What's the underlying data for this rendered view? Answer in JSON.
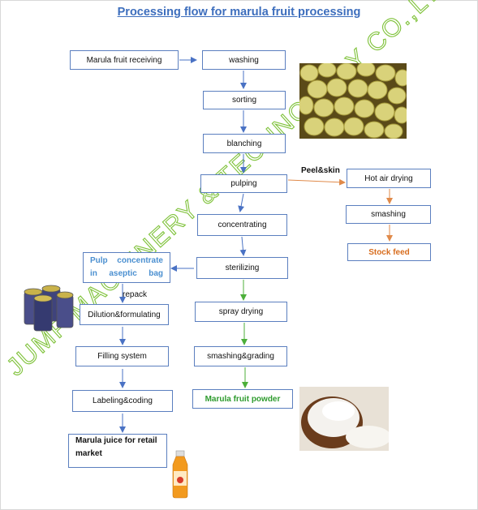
{
  "title": "Processing flow for marula fruit processing",
  "watermark": "JUMP MACHINERY & TECHNOLOGY CO.,LTD",
  "colors": {
    "blue_arrow": "#4a72c4",
    "orange_arrow": "#e08a4a",
    "green_arrow": "#4caf3a"
  },
  "left_column": {
    "receiving": "Marula fruit receiving",
    "pulp_line1": "Pulp concentrate",
    "pulp_line2": "in aseptic bag",
    "repack": "repack",
    "dilution": "Dilution&formulating",
    "filling": "Filling system",
    "labeling": "Labeling&coding",
    "retail_line1": "Marula juice for retail",
    "retail_line2": "market"
  },
  "center_column": {
    "washing": "washing",
    "sorting": "sorting",
    "blanching": "blanching",
    "pulping": "pulping",
    "concentrating": "concentrating",
    "sterilizing": "sterilizing",
    "spray_drying": "spray drying",
    "smashing_grading": "smashing&grading",
    "powder": "Marula fruit powder"
  },
  "right_column": {
    "peel_label": "Peel&skin",
    "hot_air": "Hot air drying",
    "smashing": "smashing",
    "stock_feed": "Stock feed"
  },
  "images": [
    "marula-fruits-photo",
    "pulp-drums-photo",
    "powder-bowl-photo",
    "juice-bottle-photo"
  ]
}
